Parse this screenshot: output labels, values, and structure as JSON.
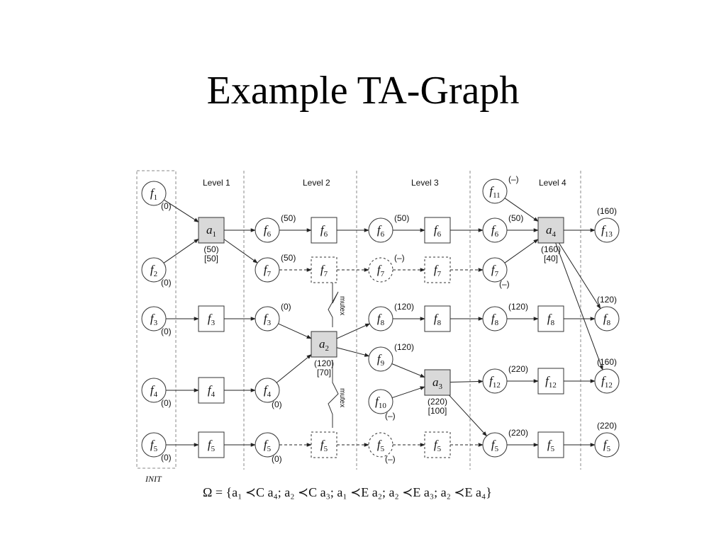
{
  "title": "Example TA-Graph",
  "levels": [
    "Level 1",
    "Level 2",
    "Level 3",
    "Level 4"
  ],
  "init_label": "INIT",
  "mutex_label": "mutex",
  "formula": "Ω = {a₁ ≺C a₄;  a₂ ≺C a₃;  a₁ ≺E a₂; a₂ ≺E a₃; a₂ ≺E a₄}",
  "nodes": [
    {
      "id": "f1_init",
      "kind": "fact",
      "base": "f",
      "sub": "1",
      "ann": "(0)"
    },
    {
      "id": "f2_init",
      "kind": "fact",
      "base": "f",
      "sub": "2",
      "ann": "(0)"
    },
    {
      "id": "f3_init",
      "kind": "fact",
      "base": "f",
      "sub": "3",
      "ann": "(0)"
    },
    {
      "id": "f4_init",
      "kind": "fact",
      "base": "f",
      "sub": "4",
      "ann": "(0)"
    },
    {
      "id": "f5_init",
      "kind": "fact",
      "base": "f",
      "sub": "5",
      "ann": "(0)"
    },
    {
      "id": "a1",
      "kind": "action",
      "base": "a",
      "sub": "1",
      "ann": "(50)",
      "ann2": "[50]"
    },
    {
      "id": "n_f3_L1",
      "kind": "noop",
      "base": "f",
      "sub": "3"
    },
    {
      "id": "n_f4_L1",
      "kind": "noop",
      "base": "f",
      "sub": "4"
    },
    {
      "id": "n_f5_L1",
      "kind": "noop",
      "base": "f",
      "sub": "5"
    },
    {
      "id": "f6_L2",
      "kind": "fact",
      "base": "f",
      "sub": "6",
      "ann": "(50)"
    },
    {
      "id": "f7_L2",
      "kind": "fact",
      "base": "f",
      "sub": "7",
      "ann": "(50)"
    },
    {
      "id": "f3_L2",
      "kind": "fact",
      "base": "f",
      "sub": "3",
      "ann": "(0)"
    },
    {
      "id": "f4_L2",
      "kind": "fact",
      "base": "f",
      "sub": "4",
      "ann": "(0)"
    },
    {
      "id": "f5_L2",
      "kind": "fact",
      "base": "f",
      "sub": "5",
      "ann": "(0)"
    },
    {
      "id": "n_f6_L2",
      "kind": "noop",
      "base": "f",
      "sub": "6"
    },
    {
      "id": "n_f7_L2",
      "kind": "noop-dashed",
      "base": "f",
      "sub": "7"
    },
    {
      "id": "a2",
      "kind": "action",
      "base": "a",
      "sub": "2",
      "ann": "(120)",
      "ann2": "[70]"
    },
    {
      "id": "n_f5_L2",
      "kind": "noop-dashed",
      "base": "f",
      "sub": "5"
    },
    {
      "id": "f6_L3",
      "kind": "fact",
      "base": "f",
      "sub": "6",
      "ann": "(50)"
    },
    {
      "id": "f7_L3",
      "kind": "fact-dashed",
      "base": "f",
      "sub": "7",
      "ann": "(–)"
    },
    {
      "id": "f8_L3",
      "kind": "fact",
      "base": "f",
      "sub": "8",
      "ann": "(120)"
    },
    {
      "id": "f9_L3",
      "kind": "fact",
      "base": "f",
      "sub": "9",
      "ann": "(120)"
    },
    {
      "id": "f10_L3",
      "kind": "fact",
      "base": "f",
      "sub": "10",
      "ann": "(–)"
    },
    {
      "id": "f5_L3",
      "kind": "fact-dashed",
      "base": "f",
      "sub": "5",
      "ann": "(–)"
    },
    {
      "id": "n_f6_L3",
      "kind": "noop",
      "base": "f",
      "sub": "6"
    },
    {
      "id": "n_f7_L3",
      "kind": "noop-dashed",
      "base": "f",
      "sub": "7"
    },
    {
      "id": "n_f8_L3",
      "kind": "noop",
      "base": "f",
      "sub": "8"
    },
    {
      "id": "a3",
      "kind": "action",
      "base": "a",
      "sub": "3",
      "ann": "(220)",
      "ann2": "[100]"
    },
    {
      "id": "n_f5_L3",
      "kind": "noop-dashed",
      "base": "f",
      "sub": "5"
    },
    {
      "id": "f11_L4",
      "kind": "fact",
      "base": "f",
      "sub": "11",
      "ann": "(–)"
    },
    {
      "id": "f6_L4",
      "kind": "fact",
      "base": "f",
      "sub": "6",
      "ann": "(50)"
    },
    {
      "id": "f7_L4",
      "kind": "fact",
      "base": "f",
      "sub": "7",
      "ann": "(–)"
    },
    {
      "id": "f8_L4",
      "kind": "fact",
      "base": "f",
      "sub": "8",
      "ann": "(120)"
    },
    {
      "id": "f12_L4",
      "kind": "fact",
      "base": "f",
      "sub": "12",
      "ann": "(220)"
    },
    {
      "id": "f5_L4",
      "kind": "fact",
      "base": "f",
      "sub": "5",
      "ann": "(220)"
    },
    {
      "id": "a4",
      "kind": "action",
      "base": "a",
      "sub": "4",
      "ann": "(160)",
      "ann2": "[40]"
    },
    {
      "id": "n_f8_L4",
      "kind": "noop",
      "base": "f",
      "sub": "8"
    },
    {
      "id": "n_f12_L4",
      "kind": "noop",
      "base": "f",
      "sub": "12"
    },
    {
      "id": "n_f5_L4",
      "kind": "noop",
      "base": "f",
      "sub": "5"
    },
    {
      "id": "f13_end",
      "kind": "fact",
      "base": "f",
      "sub": "13",
      "ann": "(160)"
    },
    {
      "id": "f8_end",
      "kind": "fact",
      "base": "f",
      "sub": "8",
      "ann": "(120)"
    },
    {
      "id": "f12_end",
      "kind": "fact",
      "base": "f",
      "sub": "12",
      "ann": "(160)"
    },
    {
      "id": "f5_end",
      "kind": "fact",
      "base": "f",
      "sub": "5",
      "ann": "(220)"
    }
  ],
  "edges": [
    [
      "f1_init",
      "a1"
    ],
    [
      "f2_init",
      "a1"
    ],
    [
      "f3_init",
      "n_f3_L1"
    ],
    [
      "f4_init",
      "n_f4_L1"
    ],
    [
      "f5_init",
      "n_f5_L1"
    ],
    [
      "a1",
      "f6_L2"
    ],
    [
      "a1",
      "f7_L2"
    ],
    [
      "n_f3_L1",
      "f3_L2"
    ],
    [
      "n_f4_L1",
      "f4_L2"
    ],
    [
      "n_f5_L1",
      "f5_L2"
    ],
    [
      "f6_L2",
      "n_f6_L2"
    ],
    [
      "f7_L2",
      "n_f7_L2"
    ],
    [
      "f3_L2",
      "a2"
    ],
    [
      "f4_L2",
      "a2"
    ],
    [
      "f5_L2",
      "n_f5_L2"
    ],
    [
      "n_f6_L2",
      "f6_L3"
    ],
    [
      "n_f7_L2",
      "f7_L3"
    ],
    [
      "a2",
      "f8_L3"
    ],
    [
      "a2",
      "f9_L3"
    ],
    [
      "n_f5_L2",
      "f5_L3"
    ],
    [
      "f6_L3",
      "n_f6_L3"
    ],
    [
      "f7_L3",
      "n_f7_L3"
    ],
    [
      "f8_L3",
      "n_f8_L3"
    ],
    [
      "f9_L3",
      "a3"
    ],
    [
      "f10_L3",
      "a3"
    ],
    [
      "f5_L3",
      "n_f5_L3"
    ],
    [
      "n_f6_L3",
      "f6_L4"
    ],
    [
      "n_f7_L3",
      "f7_L4"
    ],
    [
      "n_f8_L3",
      "f8_L4"
    ],
    [
      "a3",
      "f12_L4"
    ],
    [
      "a3",
      "f5_L4"
    ],
    [
      "n_f5_L3",
      "f5_L4"
    ],
    [
      "f11_L4",
      "a4"
    ],
    [
      "f6_L4",
      "a4"
    ],
    [
      "f7_L4",
      "a4"
    ],
    [
      "f8_L4",
      "n_f8_L4"
    ],
    [
      "f12_L4",
      "n_f12_L4"
    ],
    [
      "f5_L4",
      "n_f5_L4"
    ],
    [
      "a4",
      "f13_end"
    ],
    [
      "a4",
      "f8_end"
    ],
    [
      "a4",
      "f12_end"
    ],
    [
      "n_f8_L4",
      "f8_end"
    ],
    [
      "n_f12_L4",
      "f12_end"
    ],
    [
      "n_f5_L4",
      "f5_end"
    ]
  ]
}
